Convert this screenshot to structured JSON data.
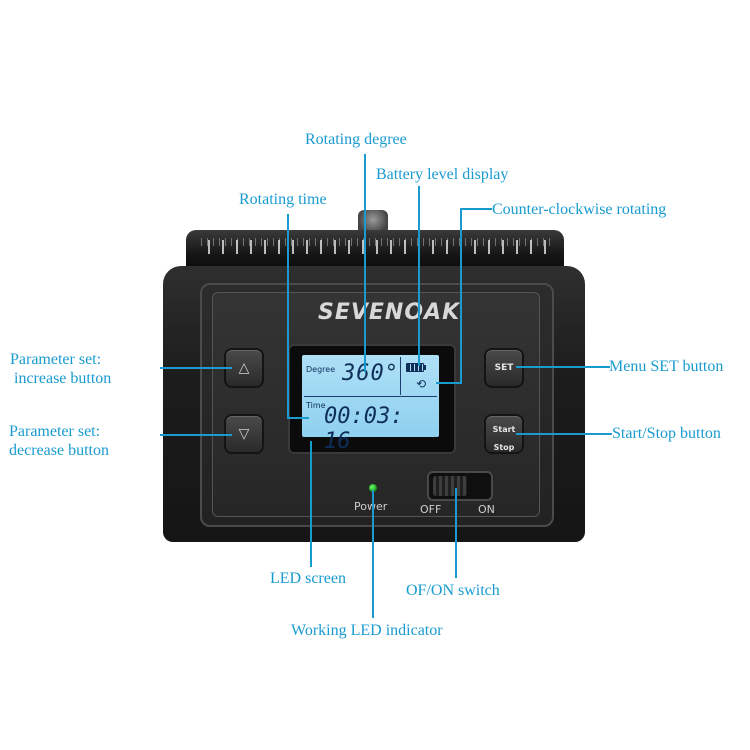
{
  "device": {
    "brand": "SEVENOAK",
    "screen": {
      "degree_label": "Degree",
      "degree_value": "360°",
      "time_label": "Time",
      "time_value": "00:03: 16",
      "ccw_symbol": "⟲"
    },
    "buttons": {
      "increase_glyph": "△",
      "decrease_glyph": "▽",
      "set_label": "SET",
      "start_label": "Start",
      "stop_label": "Stop"
    },
    "power_label": "Power",
    "switch": {
      "off_label": "OFF",
      "on_label": "ON"
    }
  },
  "callouts": {
    "rotating_degree": "Rotating degree",
    "battery_level": "Battery level display",
    "rotating_time": "Rotating time",
    "ccw_rotating": "Counter-clockwise rotating",
    "param_increase_line1": "Parameter set:",
    "param_increase_line2": "increase button",
    "param_decrease_line1": "Parameter set:",
    "param_decrease_line2": "decrease button",
    "menu_set": "Menu SET button",
    "start_stop": "Start/Stop button",
    "led_screen": "LED screen",
    "onoff_switch": "OF/ON switch",
    "working_led": "Working LED indicator"
  },
  "colors": {
    "accent": "#1a9bd0",
    "screen": "#9fd8f2",
    "body": "#1c1c1c"
  }
}
